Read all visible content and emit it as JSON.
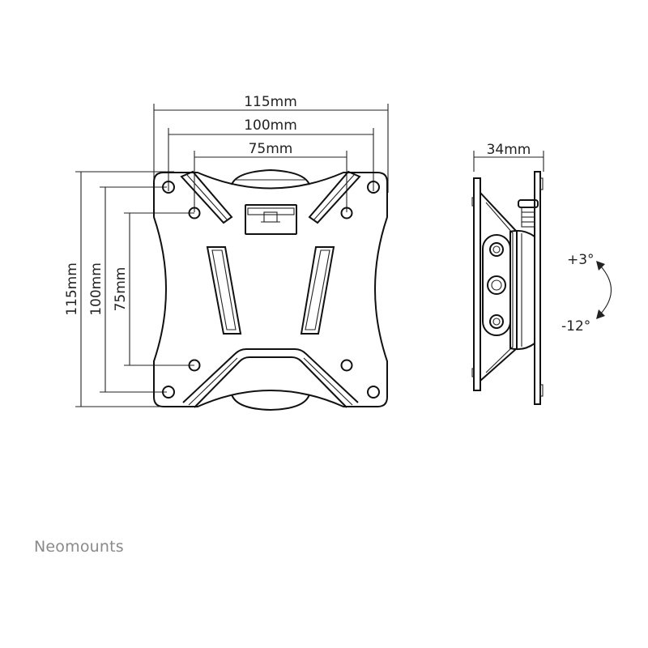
{
  "front_view": {
    "dims": {
      "width_outer": "115mm",
      "width_mid": "100mm",
      "width_inner": "75mm",
      "height_outer": "115mm",
      "height_mid": "100mm",
      "height_inner": "75mm"
    }
  },
  "side_view": {
    "depth": "34mm",
    "tilt_up": "+3°",
    "tilt_down": "-12°"
  },
  "brand": "Neomounts"
}
